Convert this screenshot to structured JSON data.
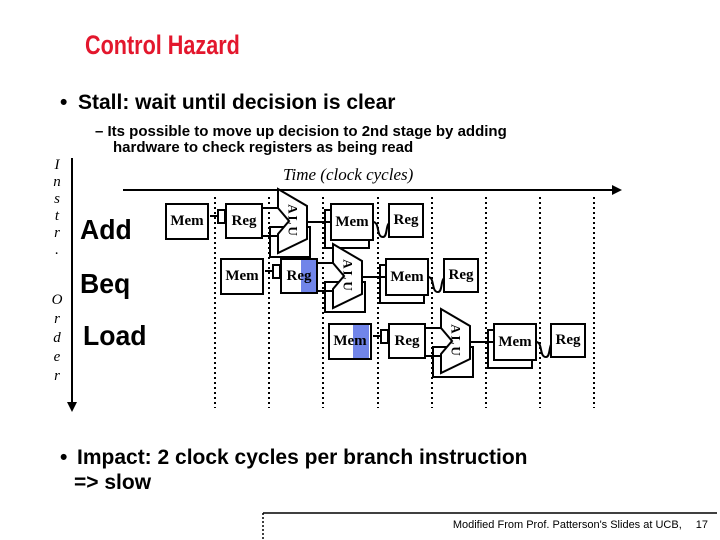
{
  "title": "Control Hazard",
  "colors": {
    "accent": "#e3172d",
    "highlight": "#7185e9"
  },
  "bullets": {
    "marker": "•",
    "stall": "Stall: wait until decision is clear",
    "stall_sub_line1": "– Its possible to move up decision to 2nd stage by adding",
    "stall_sub_line2": "hardware to check registers as being read",
    "impact_line1": "Impact: 2 clock cycles per branch instruction",
    "impact_line2": "=> slow"
  },
  "diagram": {
    "time_axis_label": "Time (clock cycles)",
    "instr_words": [
      "Instr.",
      "Order"
    ],
    "instructions": [
      "Add",
      "Beq",
      "Load"
    ],
    "stage_labels": {
      "mem": "Mem",
      "reg": "Reg",
      "alu": "ALU"
    }
  },
  "footer": {
    "credit": "Modified From Prof. Patterson's Slides at UCB,",
    "page": "17"
  }
}
